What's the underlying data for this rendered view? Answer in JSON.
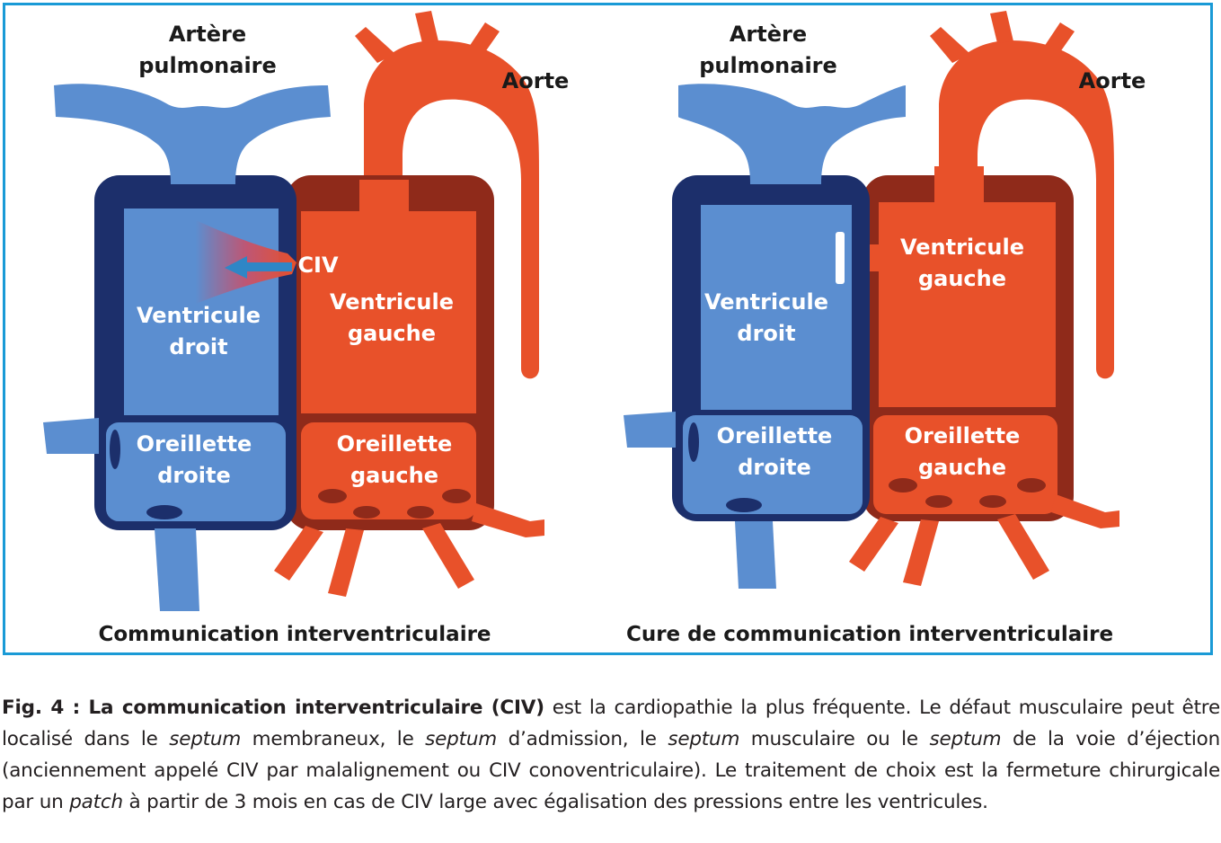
{
  "colors": {
    "frame": "#1a9ad6",
    "blue_dark": "#1c2f6b",
    "blue_light": "#5b8ed0",
    "red_dark": "#8f2a1a",
    "red_light": "#e8512a",
    "text_dark": "#1a1a1a",
    "text_white": "#ffffff"
  },
  "left_panel": {
    "label_artery_line1": "Artère",
    "label_artery_line2": "pulmonaire",
    "label_aorta": "Aorte",
    "label_civ": "CIV",
    "label_rv_line1": "Ventricule",
    "label_rv_line2": "droit",
    "label_lv_line1": "Ventricule",
    "label_lv_line2": "gauche",
    "label_ra_line1": "Oreillette",
    "label_ra_line2": "droite",
    "label_la_line1": "Oreillette",
    "label_la_line2": "gauche",
    "title": "Communication interventriculaire"
  },
  "right_panel": {
    "label_artery_line1": "Artère",
    "label_artery_line2": "pulmonaire",
    "label_aorta": "Aorte",
    "label_rv_line1": "Ventricule",
    "label_rv_line2": "droit",
    "label_lv_line1": "Ventricule",
    "label_lv_line2": "gauche",
    "label_ra_line1": "Oreillette",
    "label_ra_line2": "droite",
    "label_la_line1": "Oreillette",
    "label_la_line2": "gauche",
    "title": "Cure de communication interventriculaire"
  },
  "caption": {
    "fig_label": "Fig. 4 : La communication interventriculaire (CIV)",
    "t1": " est la cardiopathie la plus fréquente. Le défaut musculaire peut être localisé dans le ",
    "i1": "septum",
    "t2": " membraneux, le ",
    "i2": "septum",
    "t3": " d’admission, le ",
    "i3": "septum",
    "t4": " musculaire ou le ",
    "i4": "septum",
    "t5": " de la voie d’éjection (anciennement appelé CIV par malalignement ou CIV conoventriculaire). Le traitement de choix est la fermeture chirurgicale par un ",
    "i5": "patch",
    "t6": " à partir de 3 mois en cas de CIV large avec égalisation des pressions entre les ventricules."
  }
}
